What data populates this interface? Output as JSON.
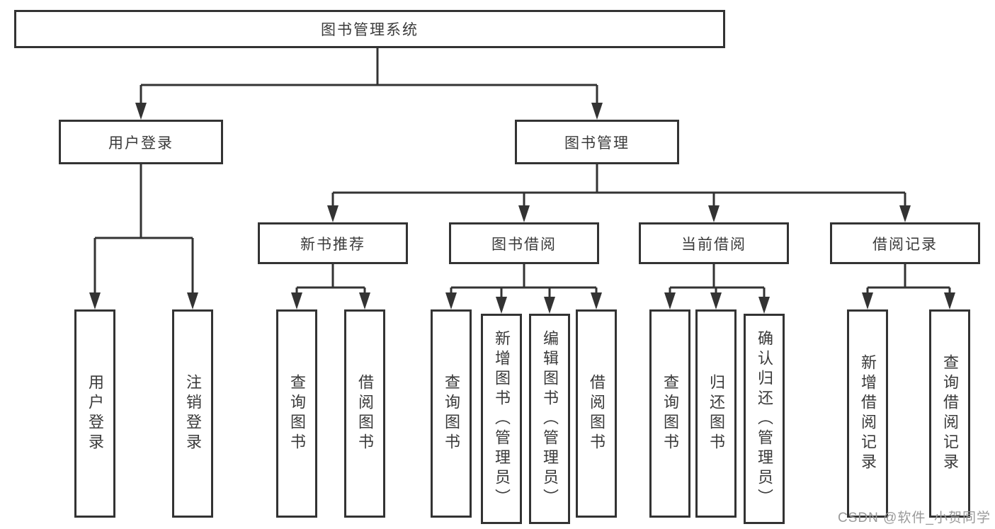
{
  "root": {
    "label": "图书管理系统"
  },
  "branches": {
    "user_login": {
      "label": "用户登录",
      "children": [
        {
          "label": "用户登录"
        },
        {
          "label": "注销登录"
        }
      ]
    },
    "book_mgmt": {
      "label": "图书管理",
      "children": [
        {
          "label": "新书推荐",
          "children": [
            {
              "label": "查询图书"
            },
            {
              "label": "借阅图书"
            }
          ]
        },
        {
          "label": "图书借阅",
          "children": [
            {
              "label": "查询图书"
            },
            {
              "label": "新增图书（管理员）"
            },
            {
              "label": "编辑图书（管理员）"
            },
            {
              "label": "借阅图书"
            }
          ]
        },
        {
          "label": "当前借阅",
          "children": [
            {
              "label": "查询图书"
            },
            {
              "label": "归还图书"
            },
            {
              "label": "确认归还（管理员）"
            }
          ]
        },
        {
          "label": "借阅记录",
          "children": [
            {
              "label": "新增借阅记录"
            },
            {
              "label": "查询借阅记录"
            }
          ]
        }
      ]
    }
  },
  "watermark": "CSDN @软件_小贺同学",
  "colors": {
    "line": "#333333",
    "text": "#3a3a3a",
    "watermark": "#9a9a9a",
    "background": "#ffffff"
  }
}
